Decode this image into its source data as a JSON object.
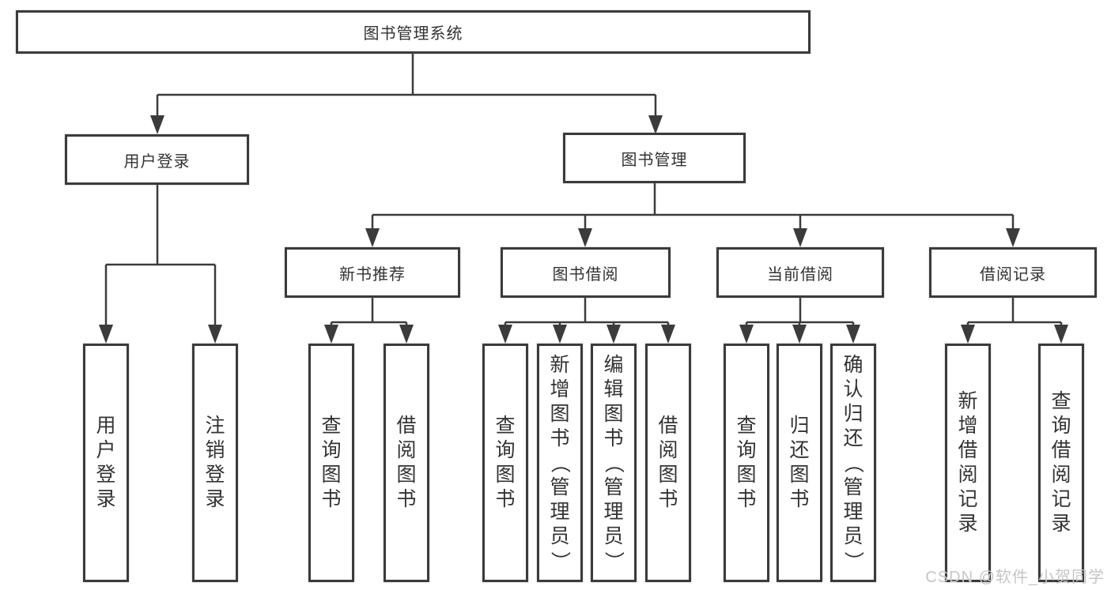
{
  "diagram": {
    "root": {
      "label": "图书管理系统"
    },
    "level2": [
      {
        "label": "用户登录",
        "parent": "图书管理系统"
      },
      {
        "label": "图书管理",
        "parent": "图书管理系统"
      }
    ],
    "level3": [
      {
        "label": "新书推荐",
        "parent": "图书管理"
      },
      {
        "label": "图书借阅",
        "parent": "图书管理"
      },
      {
        "label": "当前借阅",
        "parent": "图书管理"
      },
      {
        "label": "借阅记录",
        "parent": "图书管理"
      }
    ],
    "leaves": [
      {
        "label": "用户登录",
        "parent": "用户登录"
      },
      {
        "label": "注销登录",
        "parent": "用户登录"
      },
      {
        "label": "查询图书",
        "parent": "新书推荐"
      },
      {
        "label": "借阅图书",
        "parent": "新书推荐"
      },
      {
        "label": "查询图书",
        "parent": "图书借阅"
      },
      {
        "label": "新增图书（管理员）",
        "parent": "图书借阅"
      },
      {
        "label": "编辑图书（管理员）",
        "parent": "图书借阅"
      },
      {
        "label": "借阅图书",
        "parent": "图书借阅"
      },
      {
        "label": "查询图书",
        "parent": "当前借阅"
      },
      {
        "label": "归还图书",
        "parent": "当前借阅"
      },
      {
        "label": "确认归还（管理员）",
        "parent": "当前借阅"
      },
      {
        "label": "新增借阅记录",
        "parent": "借阅记录"
      },
      {
        "label": "查询借阅记录",
        "parent": "借阅记录"
      }
    ]
  },
  "watermark": {
    "text": "CSDN @软件_小贺同学"
  },
  "colors": {
    "line": "#3b3b3b",
    "box_border": "#3b3b3b",
    "box_bg": "#ffffff",
    "text": "#333333",
    "watermark": "#c6c6c6"
  }
}
